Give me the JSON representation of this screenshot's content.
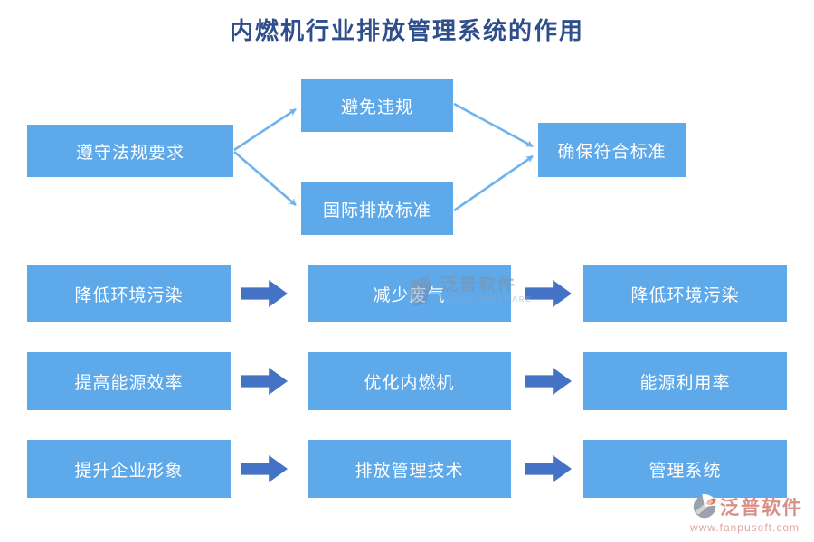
{
  "title": "内燃机行业排放管理系统的作用",
  "top_flow": {
    "source": "遵守法规要求",
    "branch_top": "避免违规",
    "branch_bottom": "国际排放标准",
    "target": "确保符合标准"
  },
  "rows": [
    {
      "left": "降低环境污染",
      "middle": "减少废气",
      "right": "降低环境污染"
    },
    {
      "left": "提高能源效率",
      "middle": "优化内燃机",
      "right": "能源利用率"
    },
    {
      "left": "提升企业形象",
      "middle": "排放管理技术",
      "right": "管理系统"
    }
  ],
  "watermark_center": {
    "brand": "泛普软件",
    "brand_en": "FANPU SOFTWARE"
  },
  "watermark_corner": {
    "brand": "泛普软件",
    "url": "www.fanpusoft.com"
  },
  "colors": {
    "box_fill": "#5EA9EA",
    "connector_line": "#6FB3EE",
    "block_arrow": "#4472C4",
    "title_text": "#2F4E8C",
    "box_text": "#FFFFFF",
    "watermark_corner_text": "#D98F88",
    "watermark_corner_url": "#E2A49E",
    "watermark_center_text": "#7E93A8"
  }
}
